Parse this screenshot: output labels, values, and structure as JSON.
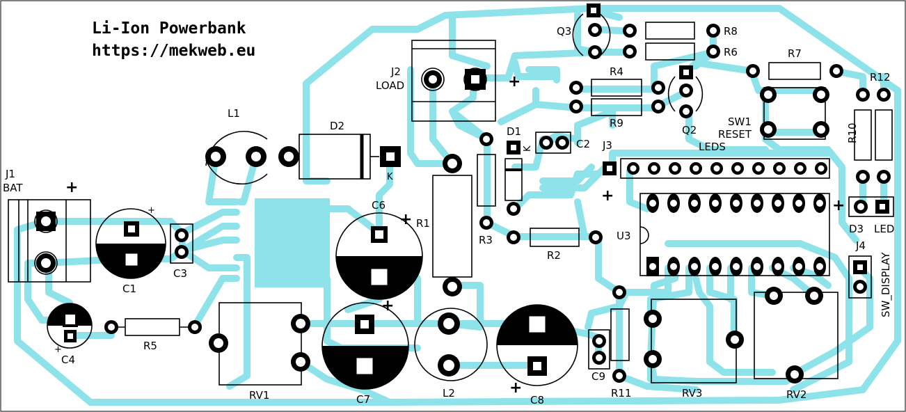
{
  "title": "Li-Ion Powerbank",
  "url": "https://mekweb.eu",
  "colors": {
    "trace": "#8ee3ea",
    "silk": "#000000",
    "board": "#ffffff"
  },
  "components": {
    "J1": "J1",
    "J1_sub": "BAT",
    "J2": "J2",
    "J2_sub": "LOAD",
    "J3": "J3",
    "J4": "J4",
    "L1": "L1",
    "L2": "L2",
    "D1": "D1",
    "D2": "D2",
    "D3": "D3",
    "C1": "C1",
    "C2": "C2",
    "C3": "C3",
    "C4": "C4",
    "C6": "C6",
    "C7": "C7",
    "C8": "C8",
    "C9": "C9",
    "R1": "R1",
    "R2": "R2",
    "R3": "R3",
    "R4": "R4",
    "R5": "R5",
    "R6": "R6",
    "R7": "R7",
    "R8": "R8",
    "R9": "R9",
    "R10": "R10",
    "R11": "R11",
    "R12": "R12",
    "Q2": "Q2",
    "Q3": "Q3",
    "U3": "U3",
    "RV1": "RV1",
    "RV2": "RV2",
    "RV3": "RV3",
    "SW1": "SW1",
    "SW1_sub": "RESET",
    "LEDS": "LEDS",
    "LED": "LED",
    "SW_DISPLAY": "SW_DISPLAY"
  },
  "marks": {
    "plus": "+",
    "cathode": "K"
  }
}
